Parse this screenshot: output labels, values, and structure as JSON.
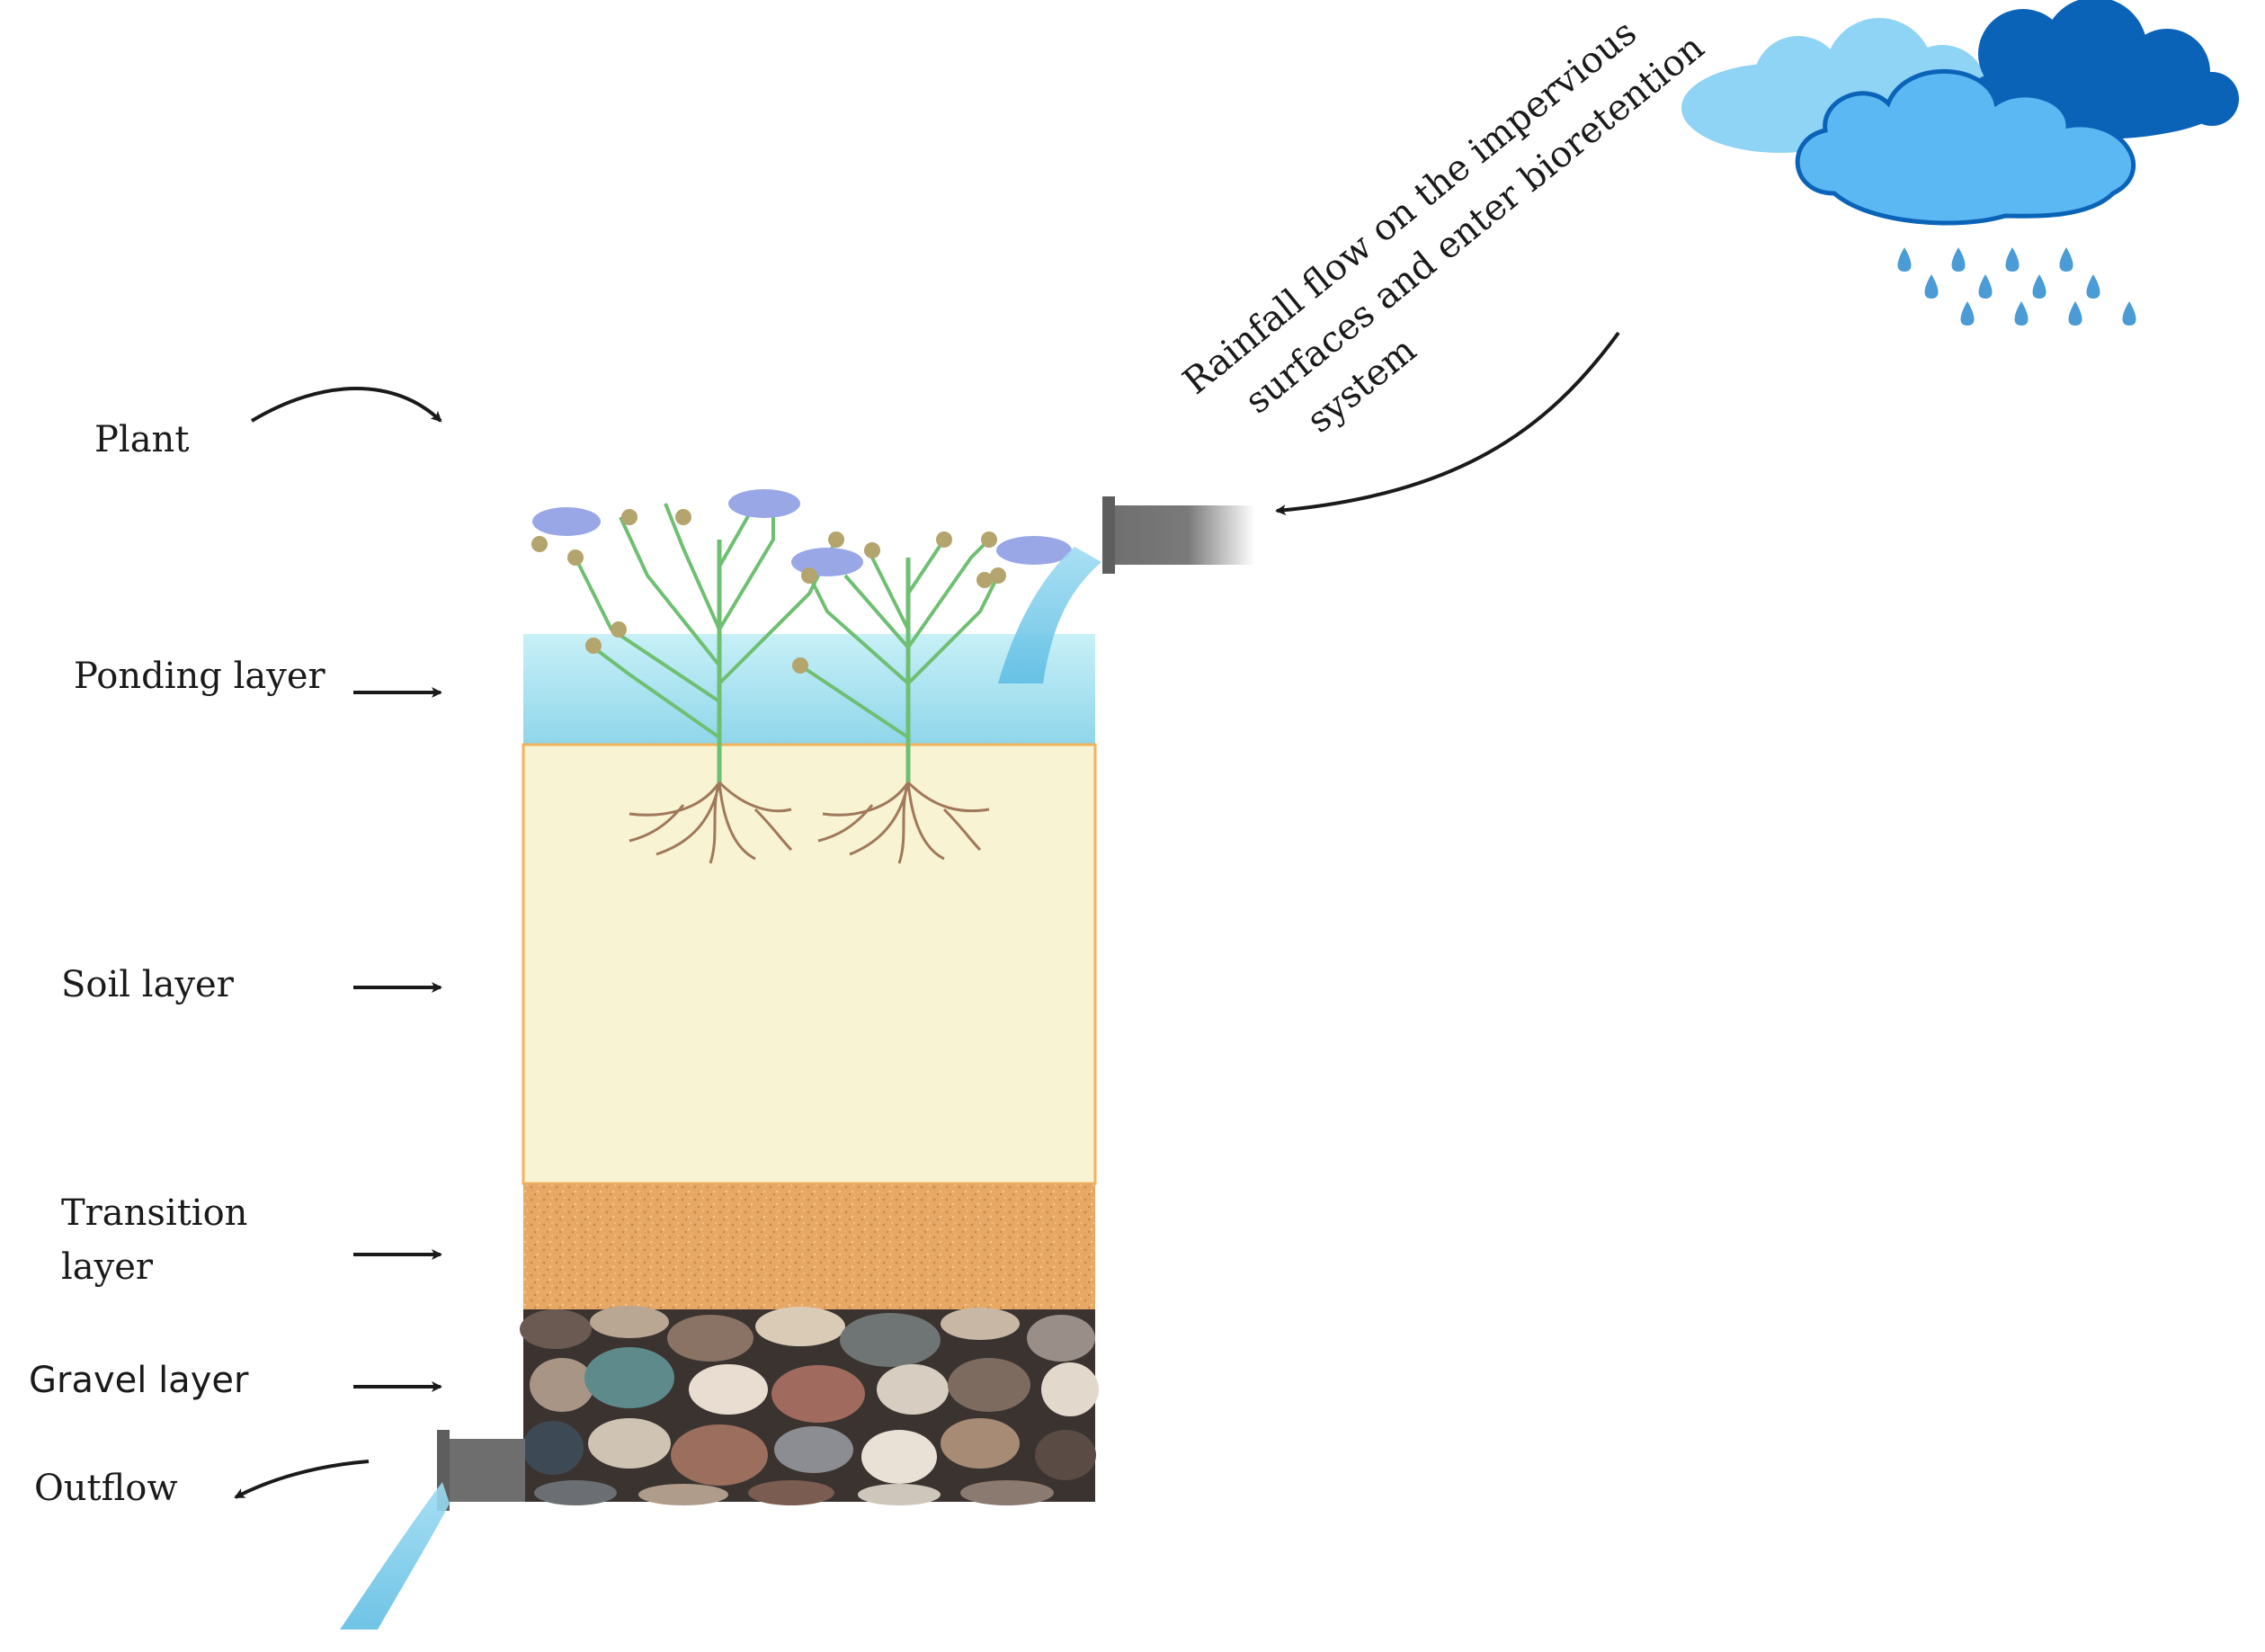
{
  "labels": {
    "plant": "Plant",
    "ponding": "Ponding layer",
    "soil": "Soil layer",
    "transition_line1": "Transition",
    "transition_line2": "layer",
    "gravel": "Gravel layer",
    "outflow": "Outflow"
  },
  "rain_caption": {
    "line1": "Rainfall flow on the impervious",
    "line2": "surfaces and enter bioretention",
    "line3": "system"
  },
  "colors": {
    "ponding": "#a8e4f0",
    "soil": "#f7f3d3",
    "soil_border": "#f2b25c",
    "transition": "#e9a866",
    "pipe": "#6e6e6e",
    "water": "#6fc3e6",
    "cloud_light": "#8fd3f5",
    "cloud_mid": "#5bb8f2",
    "cloud_dark": "#0b63b8",
    "raindrop": "#4a9bd6",
    "stem": "#6fbf73",
    "root": "#a0785a",
    "flower": "#9aa7e6"
  }
}
